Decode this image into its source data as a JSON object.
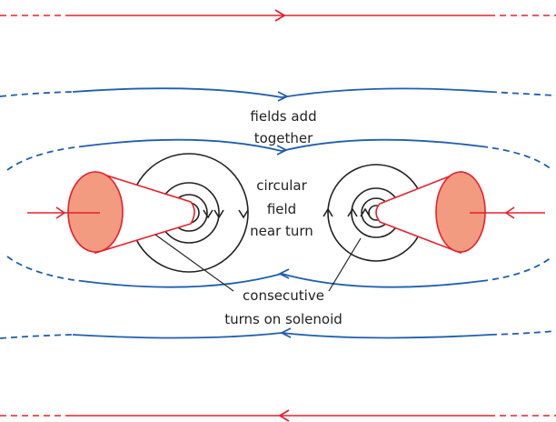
{
  "labels": {
    "fields_add_line1": "fields add",
    "fields_add_line2": "together",
    "circular_line1": "circular",
    "circular_line2": "field",
    "circular_line3": "near turn",
    "consecutive_line1": "consecutive",
    "consecutive_line2": "turns on solenoid"
  },
  "colors": {
    "outer_field": "#e8202a",
    "solenoid_field": "#1f5fb0",
    "circular_field": "#222222",
    "cone_fill": "#f29b80",
    "cone_outline": "#e8202a"
  }
}
